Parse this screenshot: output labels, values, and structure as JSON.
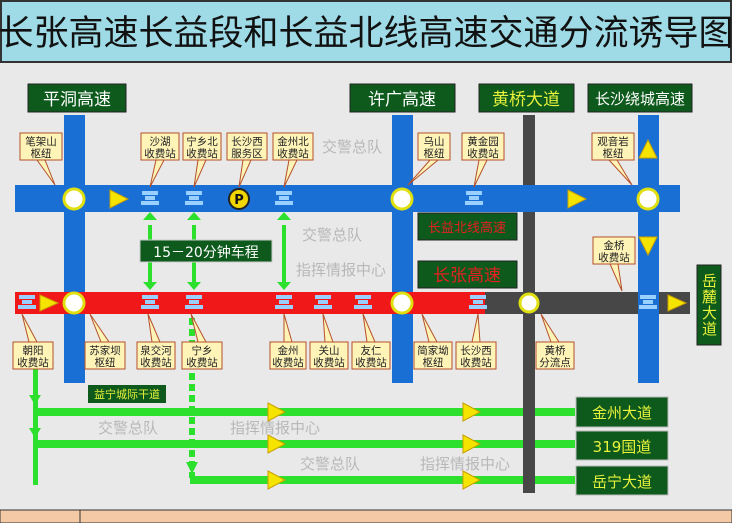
{
  "title": "长张高速长益段和长益北线高速交通分流诱导图",
  "roads": {
    "pingdong": "平洞高速",
    "xuguang": "许广高速",
    "huangqiao": "黄桥大道",
    "raocheng": "长沙绕城高速",
    "changyi_north": "长益北线高速",
    "changzhang": "长张高速",
    "yuelu": "岳麓大道",
    "yining": "益宁城际干道"
  },
  "travel_time": "15－20分钟车程",
  "top_labels": [
    [
      "笔架山",
      "枢纽"
    ],
    [
      "沙湖",
      "收费站"
    ],
    [
      "宁乡北",
      "收费站"
    ],
    [
      "长沙西",
      "服务区"
    ],
    [
      "金州北",
      "收费站"
    ],
    [
      "乌山",
      "枢纽"
    ],
    [
      "黄金园",
      "收费站"
    ],
    [
      "观音岩",
      "枢纽"
    ],
    [
      "金桥",
      "收费站"
    ]
  ],
  "bottom_labels": [
    [
      "朝阳",
      "收费站"
    ],
    [
      "苏家坝",
      "枢纽"
    ],
    [
      "泉交河",
      "收费站"
    ],
    [
      "宁乡",
      "收费站"
    ],
    [
      "金州",
      "收费站"
    ],
    [
      "关山",
      "收费站"
    ],
    [
      "友仁",
      "收费站"
    ],
    [
      "简家坳",
      "枢纽"
    ],
    [
      "长沙西",
      "收费站"
    ],
    [
      "黄桥",
      "分流点"
    ]
  ],
  "destinations": [
    "金州大道",
    "319国道",
    "岳宁大道"
  ],
  "watermark": [
    "交警总队",
    "指挥情报中心"
  ],
  "colors": {
    "expressway": "#1a6fd4",
    "closed_route": "#f01818",
    "urban_road": "#474747",
    "detour": "#2ee02e",
    "sign_bg": "#0d5a1c",
    "title_bg": "#9fdbe6"
  }
}
